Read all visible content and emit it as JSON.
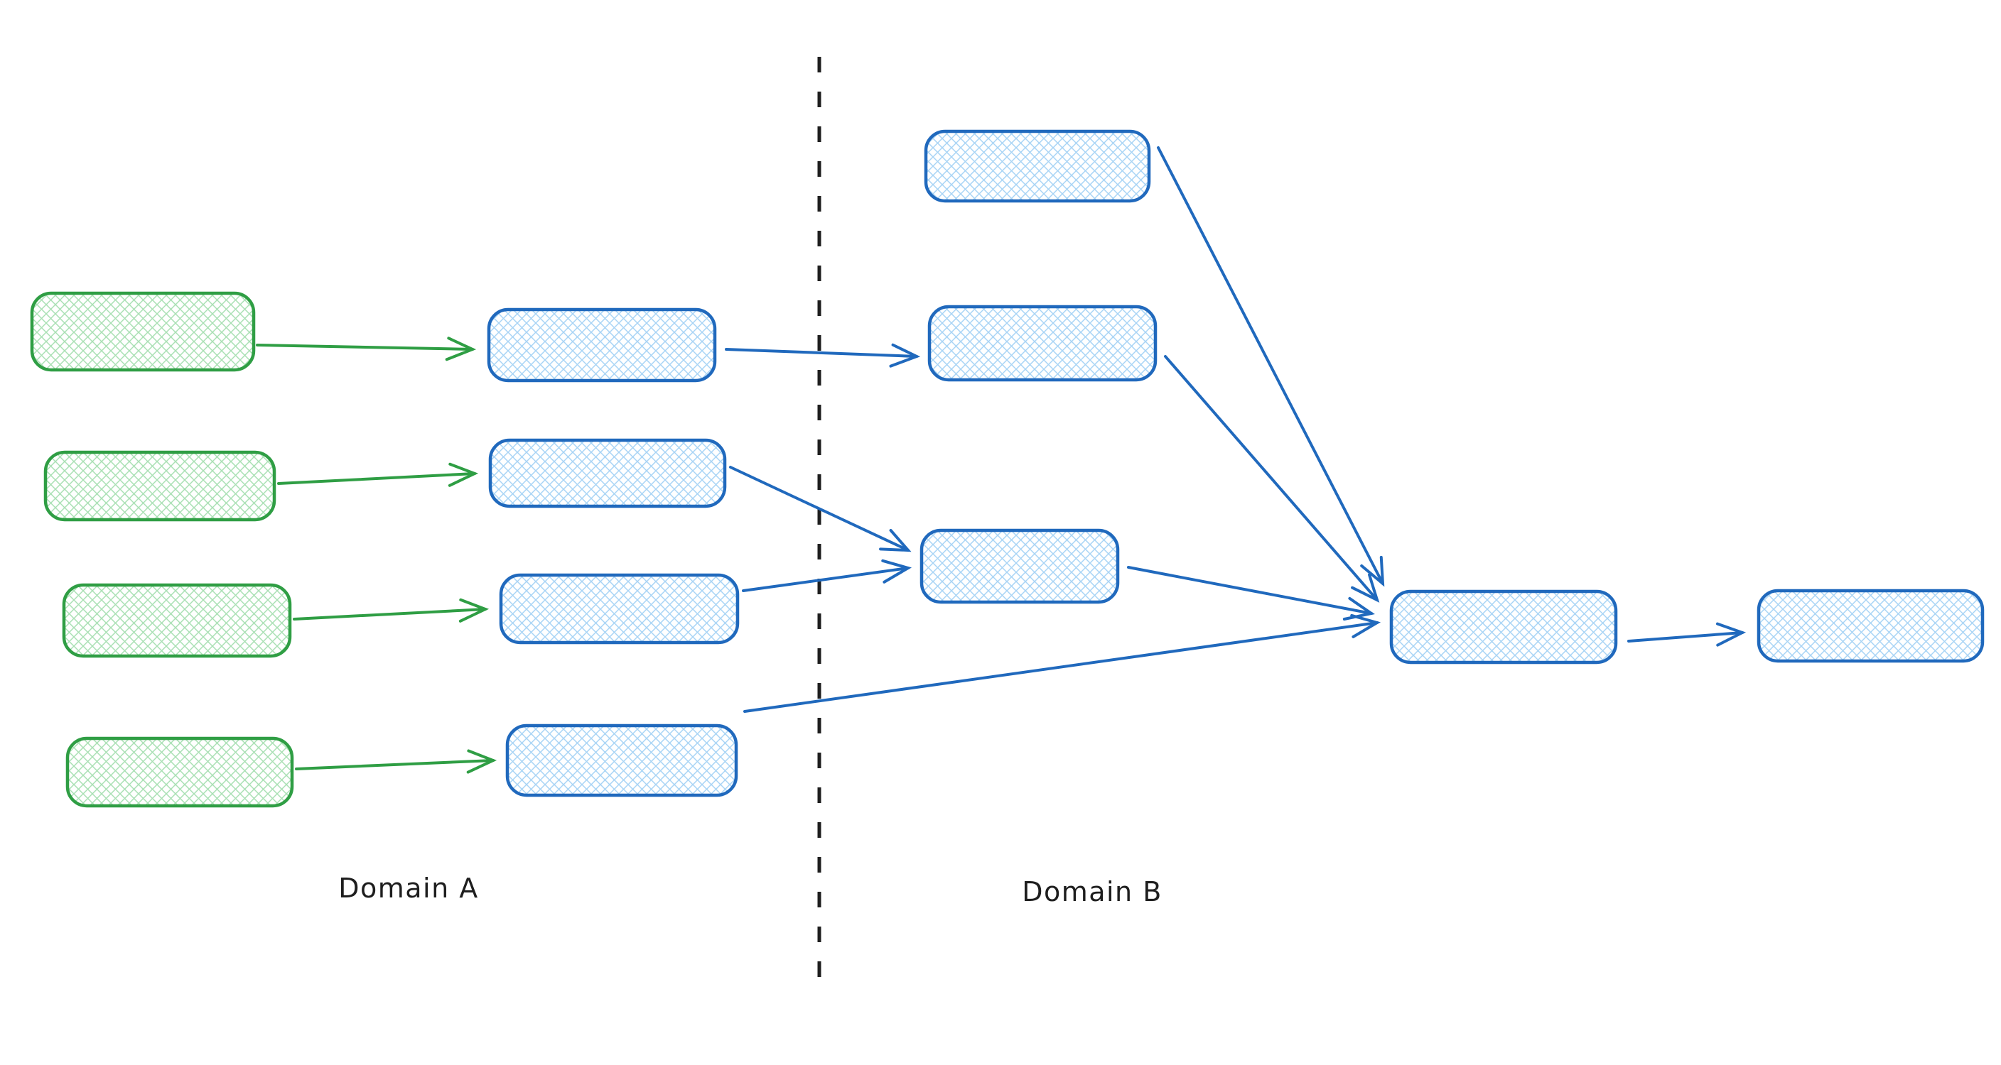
{
  "diagram": {
    "kind": "hand-drawn-flow-diagram",
    "labels": {
      "domain_a": "Domain A",
      "domain_b": "Domain B"
    },
    "colors": {
      "background": "#ffffff",
      "green_stroke": "#2f9e44",
      "green_hatch": "#a9e0b4",
      "blue_stroke": "#2069bd",
      "blue_hatch": "#a8d4f5",
      "divider": "#1e1e1e",
      "label_text": "#1e1e1e"
    },
    "divider": {
      "orientation": "vertical",
      "style": "dashed",
      "separates": [
        "Domain A",
        "Domain B"
      ]
    },
    "nodes": [
      {
        "id": "a-source-1",
        "domain": "Domain A",
        "color": "green",
        "shape": "rounded-rectangle",
        "fill_style": "cross-hatch",
        "label": ""
      },
      {
        "id": "a-source-2",
        "domain": "Domain A",
        "color": "green",
        "shape": "rounded-rectangle",
        "fill_style": "cross-hatch",
        "label": ""
      },
      {
        "id": "a-source-3",
        "domain": "Domain A",
        "color": "green",
        "shape": "rounded-rectangle",
        "fill_style": "cross-hatch",
        "label": ""
      },
      {
        "id": "a-source-4",
        "domain": "Domain A",
        "color": "green",
        "shape": "rounded-rectangle",
        "fill_style": "cross-hatch",
        "label": ""
      },
      {
        "id": "a-stage-1",
        "domain": "Domain A",
        "color": "blue",
        "shape": "rounded-rectangle",
        "fill_style": "cross-hatch",
        "label": ""
      },
      {
        "id": "a-stage-2",
        "domain": "Domain A",
        "color": "blue",
        "shape": "rounded-rectangle",
        "fill_style": "cross-hatch",
        "label": ""
      },
      {
        "id": "a-stage-3",
        "domain": "Domain A",
        "color": "blue",
        "shape": "rounded-rectangle",
        "fill_style": "cross-hatch",
        "label": ""
      },
      {
        "id": "a-stage-4",
        "domain": "Domain A",
        "color": "blue",
        "shape": "rounded-rectangle",
        "fill_style": "cross-hatch",
        "label": ""
      },
      {
        "id": "b-node-1",
        "domain": "Domain B",
        "color": "blue",
        "shape": "rounded-rectangle",
        "fill_style": "cross-hatch",
        "label": ""
      },
      {
        "id": "b-node-2",
        "domain": "Domain B",
        "color": "blue",
        "shape": "rounded-rectangle",
        "fill_style": "cross-hatch",
        "label": ""
      },
      {
        "id": "b-node-3",
        "domain": "Domain B",
        "color": "blue",
        "shape": "rounded-rectangle",
        "fill_style": "cross-hatch",
        "label": ""
      },
      {
        "id": "b-hub",
        "domain": "Domain B",
        "color": "blue",
        "shape": "rounded-rectangle",
        "fill_style": "cross-hatch",
        "label": ""
      },
      {
        "id": "b-output",
        "domain": "Domain B",
        "color": "blue",
        "shape": "rounded-rectangle",
        "fill_style": "cross-hatch",
        "label": ""
      }
    ],
    "edges": [
      {
        "from": "a-source-1",
        "to": "a-stage-1",
        "color": "green"
      },
      {
        "from": "a-source-2",
        "to": "a-stage-2",
        "color": "green"
      },
      {
        "from": "a-source-3",
        "to": "a-stage-3",
        "color": "green"
      },
      {
        "from": "a-source-4",
        "to": "a-stage-4",
        "color": "green"
      },
      {
        "from": "a-stage-1",
        "to": "b-node-2",
        "color": "blue"
      },
      {
        "from": "a-stage-2",
        "to": "b-node-3",
        "color": "blue"
      },
      {
        "from": "a-stage-3",
        "to": "b-node-3",
        "color": "blue"
      },
      {
        "from": "a-stage-4",
        "to": "b-hub",
        "color": "blue"
      },
      {
        "from": "b-node-1",
        "to": "b-hub",
        "color": "blue"
      },
      {
        "from": "b-node-2",
        "to": "b-hub",
        "color": "blue"
      },
      {
        "from": "b-node-3",
        "to": "b-hub",
        "color": "blue"
      },
      {
        "from": "b-hub",
        "to": "b-output",
        "color": "blue"
      }
    ]
  }
}
